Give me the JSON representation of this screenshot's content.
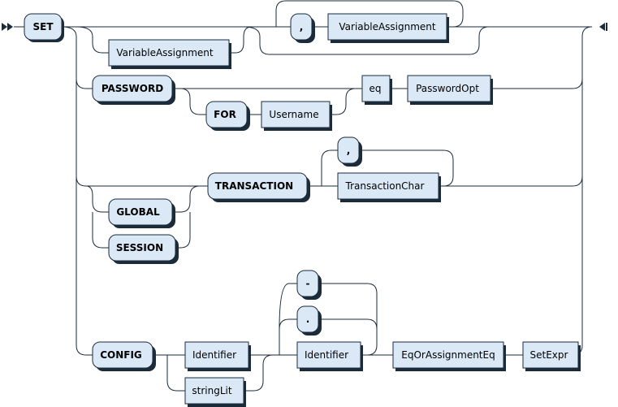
{
  "diagram": {
    "title": "",
    "terminals": {
      "set": "SET",
      "comma1": ",",
      "password": "PASSWORD",
      "for": "FOR",
      "comma2": ",",
      "transaction": "TRANSACTION",
      "global": "GLOBAL",
      "session": "SESSION",
      "dash": "-",
      "dot": ".",
      "config": "CONFIG"
    },
    "nonterminals": {
      "varassign_top": "VariableAssignment",
      "varassign_main": "VariableAssignment",
      "username": "Username",
      "eq": "eq",
      "passwordopt": "PasswordOpt",
      "transactionchar": "TransactionChar",
      "identifier1": "Identifier",
      "stringlit": "stringLit",
      "identifier2": "Identifier",
      "eqorassign": "EqOrAssignmentEq",
      "setexpr": "SetExpr"
    }
  }
}
